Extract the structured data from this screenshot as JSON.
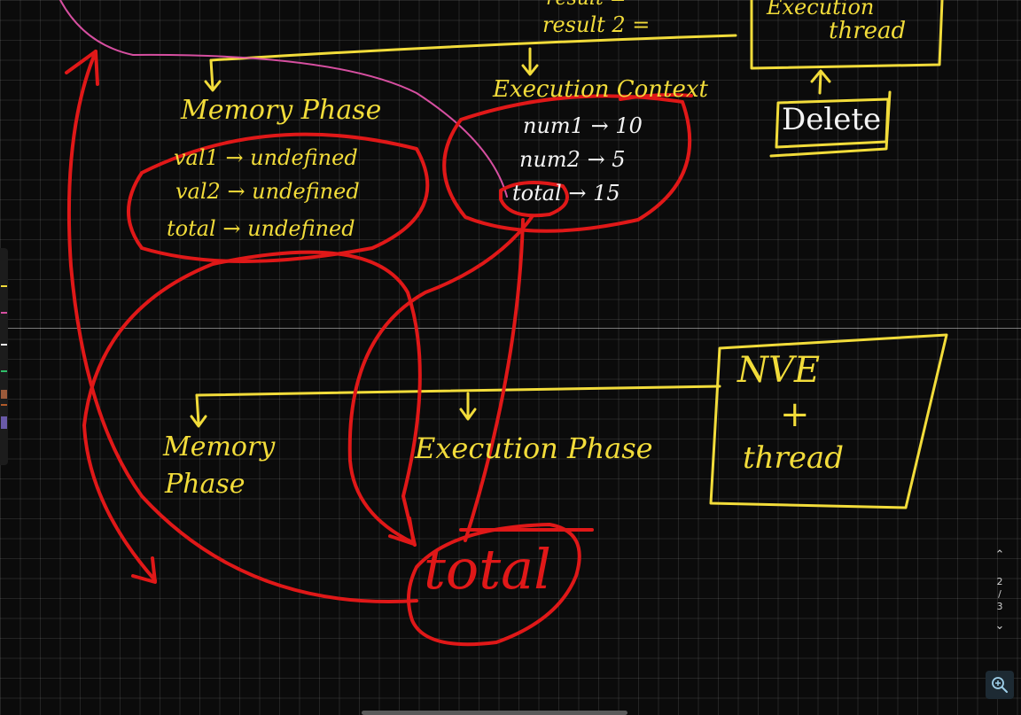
{
  "board": {
    "top_note_line1": "result =",
    "top_note_line2": "result 2 =",
    "top_box_line1": "Execution",
    "top_box_line2": "thread",
    "delete_label": "Delete",
    "memory_phase_title": "Memory Phase",
    "memory_entries": [
      "val1 → undefined",
      "val2 → undefined",
      "total → undefined"
    ],
    "execution_context_title": "Execution Context",
    "execution_entries": [
      "num1 → 10",
      "num2 → 5",
      "total → 15"
    ],
    "nve_line1": "NVE",
    "nve_line2": "+",
    "nve_line3": "thread",
    "lower_memory_line1": "Memory",
    "lower_memory_line2": "Phase",
    "lower_execution_phase": "Execution Phase",
    "total_label": "total"
  },
  "page_nav": {
    "up_icon": "chevron-up-icon",
    "current_page": "2",
    "separator": "/",
    "total_pages": "3",
    "down_icon": "chevron-down-icon"
  },
  "zoom_icon": "zoom-in-icon",
  "colors": {
    "background": "#0b0b0b",
    "yellow_ink": "#f2dc3a",
    "white_ink": "#f4f4f4",
    "red_ink": "#e01818",
    "pink_ink": "#d64fa0",
    "toolbar_swatches": [
      "#f2dc3a",
      "#d64fa0",
      "#f4f4f4",
      "#2fbf6a",
      "#9b5a3a",
      "#b25a2a",
      "#6a5aa8"
    ]
  }
}
